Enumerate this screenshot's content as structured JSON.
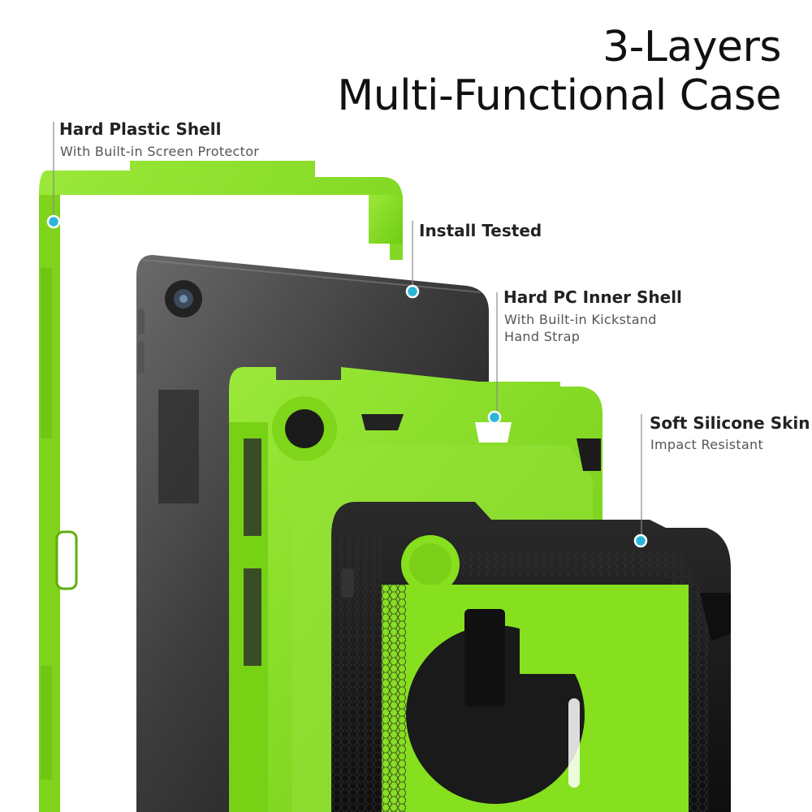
{
  "title": {
    "line1": "3-Layers",
    "line2": "Multi-Functional Case"
  },
  "callouts": [
    {
      "label": "Hard Plastic Shell",
      "sub": [
        "With Built-in Screen Protector"
      ]
    },
    {
      "label": "Install Tested",
      "sub": []
    },
    {
      "label": "Hard PC Inner Shell",
      "sub": [
        "With Built-in Kickstand",
        "Hand Strap"
      ]
    },
    {
      "label": "Soft Silicone Skin",
      "sub": [
        "Impact Resistant"
      ]
    }
  ],
  "colors": {
    "accent_green": "#86e01e",
    "green_shadow": "#5fae10",
    "dark_shell": "#1b1b1b",
    "tablet_screen": "#3a3a3a",
    "dot": "#2bb6d8"
  }
}
